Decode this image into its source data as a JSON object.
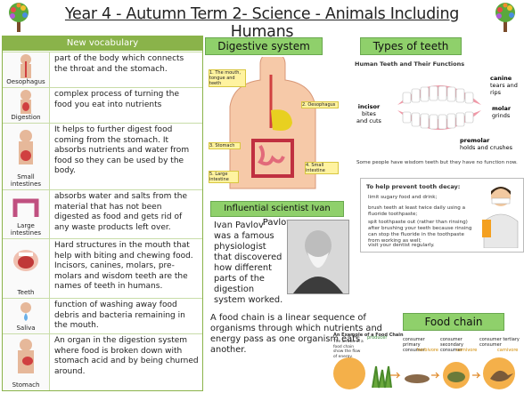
{
  "header": {
    "title": "Year 4 - Autumn Term 2- Science - Animals Including Humans"
  },
  "vocab": {
    "heading": "New vocabulary",
    "items": [
      {
        "term": "Oesophagus",
        "def": "part of the body which connects the throat and the stomach."
      },
      {
        "term": "Digestion",
        "def": "complex process of turning the food you eat into nutrients"
      },
      {
        "term": "Small intestines",
        "def": "It helps to further digest food coming from the stomach. It absorbs nutrients and water from food so they can be used by the body."
      },
      {
        "term": "Large intestines",
        "def": "absorbs water and salts from the material that has not been digested as food and gets rid of any waste products left over."
      },
      {
        "term": "Teeth",
        "def": "Hard structures in the mouth that help with biting and chewing food. Incisors, canines, molars, pre-molars and wisdom teeth are the names of teeth in humans."
      },
      {
        "term": "Saliva",
        "def": "function of washing away food debris and bacteria remaining in the mouth."
      },
      {
        "term": "Stomach",
        "def": "An organ in the digestion system where food is broken down with stomach acid and by being churned around."
      }
    ]
  },
  "digestive": {
    "heading": "Digestive system",
    "labels": [
      "1. The mouth, tongue and teeth",
      "2. Oesophagus",
      "3. Stomach",
      "4. Small intestine",
      "5. Large intestine"
    ]
  },
  "teeth": {
    "heading": "Types of teeth",
    "diagram_title": "Human Teeth and Their Functions",
    "canine": {
      "name": "canine",
      "fn": "tears and rips"
    },
    "incisor": {
      "name": "incisor",
      "fn1": "bites",
      "fn2": "and cuts"
    },
    "molar": {
      "name": "molar",
      "fn": "grinds"
    },
    "premolar": {
      "name": "premolar",
      "fn": "holds and crushes"
    },
    "footnote": "Some people have wisdom teeth but they have no function now."
  },
  "tooth_decay": {
    "heading": "To help prevent tooth decay:",
    "tips": [
      "limit sugary food and drink;",
      "brush teeth at least twice daily using a fluoride toothpaste;",
      "spit toothpaste out (rather than rinsing) after brushing your teeth because rinsing can stop the fluoride in the toothpaste from working as well;",
      "visit your dentist regularly."
    ]
  },
  "pavlov": {
    "heading": "Influential scientist Ivan Pavlov",
    "text": "Ivan Pavlov was a famous physiologist that discovered how different parts of the digestion system worked."
  },
  "food_chain": {
    "heading": "Food chain",
    "text": "A food chain is a linear sequence of organisms through which nutrients and energy pass as one organism eats another.",
    "example_title": "An Example of a Food Chain",
    "example_note": "The arrows in a food chain show the flow of energy.",
    "roles": [
      "producer",
      "consumer primary consumer",
      "consumer secondary consumer",
      "consumer tertiary consumer"
    ],
    "role_tags": [
      "herbivore",
      "carnivore",
      "carnivore"
    ]
  }
}
